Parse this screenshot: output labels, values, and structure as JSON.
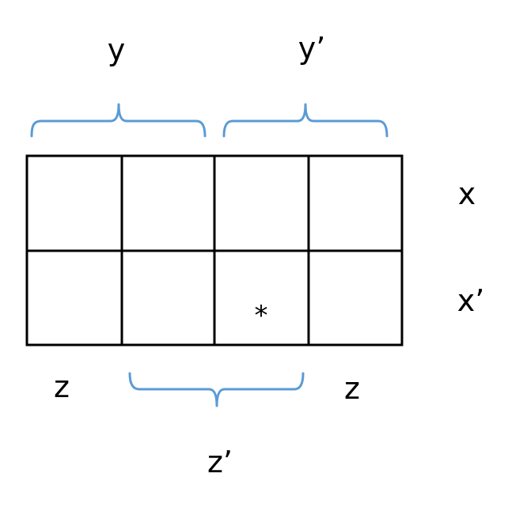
{
  "labels": {
    "top_left": "y",
    "top_right": "y’",
    "right_top": "x",
    "right_bottom": "x’",
    "bottom_left": "z",
    "bottom_right": "z",
    "bottom_center": "z’"
  },
  "cells": [
    [
      "",
      "",
      "",
      ""
    ],
    [
      "",
      "",
      "*",
      ""
    ]
  ],
  "colors": {
    "grid": "#000000",
    "brace": "#5b9bd5",
    "text": "#000000"
  }
}
